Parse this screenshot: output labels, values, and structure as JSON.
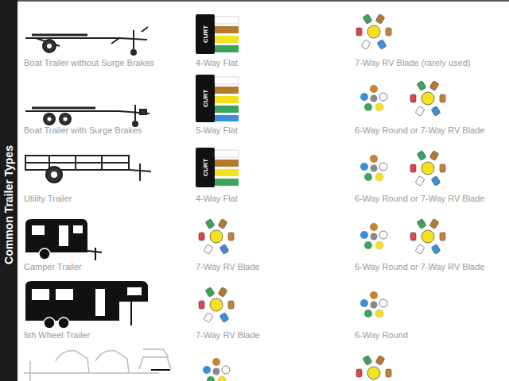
{
  "diagram": {
    "title": "Common Trailer Types",
    "labels": [
      "Boat Trailer without Surge Brakes",
      "CURT",
      "4-Way Flat",
      "7-Way RV Blade (rarely used)",
      "Boat Trailer with Surge Brakes",
      "CURT",
      "5-Way Flat",
      "6-Way Round or 7-Way RV Blade",
      "Utility Trailer",
      "CURT",
      "4-Way Flat",
      "6-Way Round or 7-Way RV Blade",
      "Camper Trailer",
      "7-Way RV Blade",
      "6-Way Round or 7-Way RV Blade",
      "5th Wheel Trailer",
      "7-Way RV Blade",
      "6-Way Round"
    ]
  }
}
